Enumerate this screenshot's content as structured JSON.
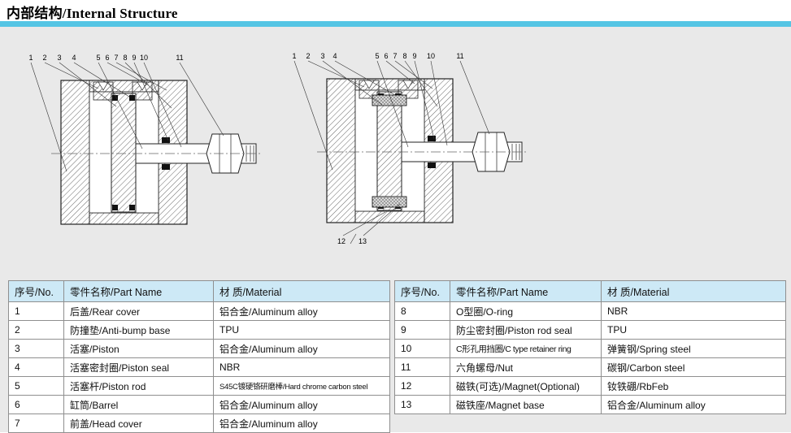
{
  "title": "内部结构/Internal Structure",
  "accent_color": "#55c5e4",
  "diagram_left": {
    "callouts": [
      "1",
      "2",
      "3",
      "4",
      "5",
      "6",
      "7",
      "8",
      "9",
      "10",
      "11"
    ]
  },
  "diagram_right": {
    "callouts": [
      "1",
      "2",
      "3",
      "4",
      "5",
      "6",
      "7",
      "8",
      "9",
      "10",
      "11"
    ],
    "callouts_bottom": [
      "12",
      "13"
    ]
  },
  "table": {
    "headers": {
      "no": "序号/No.",
      "part": "零件名称/Part Name",
      "material": "材 质/Material"
    },
    "left_rows": [
      {
        "no": "1",
        "part": "后盖/Rear cover",
        "material": "铝合金/Aluminum alloy"
      },
      {
        "no": "2",
        "part": "防撞垫/Anti-bump base",
        "material": "TPU"
      },
      {
        "no": "3",
        "part": "活塞/Piston",
        "material": "铝合金/Aluminum alloy"
      },
      {
        "no": "4",
        "part": "活塞密封圈/Piston seal",
        "material": "NBR"
      },
      {
        "no": "5",
        "part": "活塞杆/Piston rod",
        "material": "S45C镀硬铬研磨棒/Hard chrome carbon steel"
      },
      {
        "no": "6",
        "part": "缸筒/Barrel",
        "material": "铝合金/Aluminum alloy"
      },
      {
        "no": "7",
        "part": "前盖/Head cover",
        "material": "铝合金/Aluminum alloy"
      }
    ],
    "right_rows": [
      {
        "no": "8",
        "part": "O型圈/O-ring",
        "material": "NBR"
      },
      {
        "no": "9",
        "part": "防尘密封圈/Piston rod seal",
        "material": "TPU"
      },
      {
        "no": "10",
        "part": "C形孔用挡圈/C type retainer ring",
        "material": "弹簧钢/Spring steel"
      },
      {
        "no": "11",
        "part": "六角螺母/Nut",
        "material": "碳钢/Carbon steel"
      },
      {
        "no": "12",
        "part": "磁铁(可选)/Magnet(Optional)",
        "material": "钕铁硼/RbFeb"
      },
      {
        "no": "13",
        "part": "磁铁座/Magnet base",
        "material": "铝合金/Aluminum alloy"
      }
    ]
  }
}
